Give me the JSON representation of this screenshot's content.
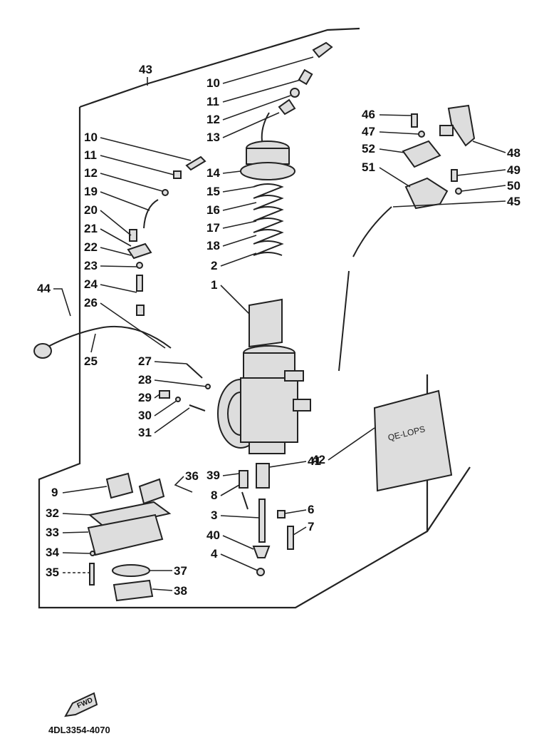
{
  "labels": {
    "p1": "1",
    "p2": "2",
    "p3": "3",
    "p4": "4",
    "p6": "6",
    "p7": "7",
    "p8": "8",
    "p9": "9",
    "p10a": "10",
    "p10b": "10",
    "p11a": "11",
    "p11b": "11",
    "p12a": "12",
    "p12b": "12",
    "p13": "13",
    "p14": "14",
    "p15": "15",
    "p16": "16",
    "p17": "17",
    "p18": "18",
    "p19": "19",
    "p20": "20",
    "p21": "21",
    "p22": "22",
    "p23": "23",
    "p24": "24",
    "p25": "25",
    "p26": "26",
    "p27": "27",
    "p28": "28",
    "p29": "29",
    "p30": "30",
    "p31": "31",
    "p32": "32",
    "p33": "33",
    "p34": "34",
    "p35": "35",
    "p36": "36",
    "p37": "37",
    "p38": "38",
    "p39": "39",
    "p40": "40",
    "p41": "41",
    "p42": "42",
    "p43": "43",
    "p44": "44",
    "p45": "45",
    "p46": "46",
    "p47": "47",
    "p48": "48",
    "p49": "49",
    "p50": "50",
    "p51": "51",
    "p52": "52"
  },
  "fwd_label": "FWD",
  "footer_code": "4DL3354-4070"
}
